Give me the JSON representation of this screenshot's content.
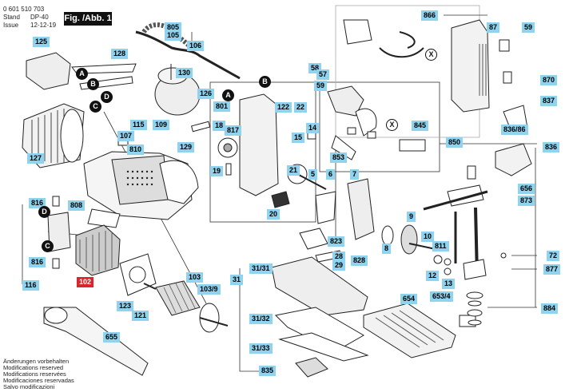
{
  "header": {
    "part_number": "0 601 510 703",
    "stand_label": "Stand",
    "stand_value": "DP-40",
    "issue_label": "Issue",
    "issue_value": "12-12-19",
    "figure": "Fig. /Abb. 1"
  },
  "footer": [
    "Änderungen vorbehalten",
    "Modifications reserved",
    "Modifications reservées",
    "Modificaciones reservadas",
    "Salvo modificazioni"
  ],
  "labels": [
    {
      "id": "l805",
      "text": "805"
    },
    {
      "id": "l105",
      "text": "105"
    },
    {
      "id": "l125",
      "text": "125"
    },
    {
      "id": "l128",
      "text": "128"
    },
    {
      "id": "l106",
      "text": "106"
    },
    {
      "id": "l130",
      "text": "130"
    },
    {
      "id": "l126",
      "text": "126"
    },
    {
      "id": "l801",
      "text": "801"
    },
    {
      "id": "l18",
      "text": "18"
    },
    {
      "id": "l817",
      "text": "817"
    },
    {
      "id": "l122",
      "text": "122"
    },
    {
      "id": "l22",
      "text": "22"
    },
    {
      "id": "l14",
      "text": "14"
    },
    {
      "id": "l15",
      "text": "15"
    },
    {
      "id": "l58",
      "text": "58"
    },
    {
      "id": "l57",
      "text": "57"
    },
    {
      "id": "l59a",
      "text": "59"
    },
    {
      "id": "l866",
      "text": "866"
    },
    {
      "id": "l87",
      "text": "87"
    },
    {
      "id": "l59b",
      "text": "59"
    },
    {
      "id": "l870",
      "text": "870"
    },
    {
      "id": "l837",
      "text": "837"
    },
    {
      "id": "l836_86",
      "text": "836/86"
    },
    {
      "id": "l845",
      "text": "845"
    },
    {
      "id": "l850",
      "text": "850"
    },
    {
      "id": "l836",
      "text": "836"
    },
    {
      "id": "l853",
      "text": "853"
    },
    {
      "id": "l127",
      "text": "127"
    },
    {
      "id": "l115",
      "text": "115"
    },
    {
      "id": "l109",
      "text": "109"
    },
    {
      "id": "l107",
      "text": "107"
    },
    {
      "id": "l810",
      "text": "810"
    },
    {
      "id": "l129",
      "text": "129"
    },
    {
      "id": "l19",
      "text": "19"
    },
    {
      "id": "l21",
      "text": "21"
    },
    {
      "id": "l5",
      "text": "5"
    },
    {
      "id": "l6",
      "text": "6"
    },
    {
      "id": "l7",
      "text": "7"
    },
    {
      "id": "l20",
      "text": "20"
    },
    {
      "id": "l816a",
      "text": "816"
    },
    {
      "id": "l808",
      "text": "808"
    },
    {
      "id": "l816b",
      "text": "816"
    },
    {
      "id": "l116",
      "text": "116"
    },
    {
      "id": "l102",
      "text": "102",
      "red": true
    },
    {
      "id": "l123",
      "text": "123"
    },
    {
      "id": "l121",
      "text": "121"
    },
    {
      "id": "l103",
      "text": "103"
    },
    {
      "id": "l103_9",
      "text": "103/9"
    },
    {
      "id": "l655",
      "text": "655"
    },
    {
      "id": "l31_31",
      "text": "31/31"
    },
    {
      "id": "l31",
      "text": "31"
    },
    {
      "id": "l31_32",
      "text": "31/32"
    },
    {
      "id": "l31_33",
      "text": "31/33"
    },
    {
      "id": "l835",
      "text": "835"
    },
    {
      "id": "l823",
      "text": "823"
    },
    {
      "id": "l28",
      "text": "28"
    },
    {
      "id": "l29",
      "text": "29"
    },
    {
      "id": "l828",
      "text": "828"
    },
    {
      "id": "l8",
      "text": "8"
    },
    {
      "id": "l9",
      "text": "9"
    },
    {
      "id": "l10",
      "text": "10"
    },
    {
      "id": "l811",
      "text": "811"
    },
    {
      "id": "l12",
      "text": "12"
    },
    {
      "id": "l13",
      "text": "13"
    },
    {
      "id": "l654",
      "text": "654"
    },
    {
      "id": "l653_4",
      "text": "653/4"
    },
    {
      "id": "l656",
      "text": "656"
    },
    {
      "id": "l873",
      "text": "873"
    },
    {
      "id": "l72",
      "text": "72"
    },
    {
      "id": "l877",
      "text": "877"
    },
    {
      "id": "l884",
      "text": "884"
    }
  ],
  "markers": [
    {
      "id": "mA1",
      "text": "A",
      "style": "black"
    },
    {
      "id": "mB1",
      "text": "B",
      "style": "black"
    },
    {
      "id": "mC1",
      "text": "C",
      "style": "black"
    },
    {
      "id": "mD1",
      "text": "D",
      "style": "black"
    },
    {
      "id": "mA2",
      "text": "A",
      "style": "black"
    },
    {
      "id": "mB2",
      "text": "B",
      "style": "black"
    },
    {
      "id": "mX1",
      "text": "X",
      "style": "white"
    },
    {
      "id": "mX2",
      "text": "X",
      "style": "white"
    },
    {
      "id": "mD2",
      "text": "D",
      "style": "black"
    },
    {
      "id": "mC2",
      "text": "C",
      "style": "black"
    }
  ]
}
